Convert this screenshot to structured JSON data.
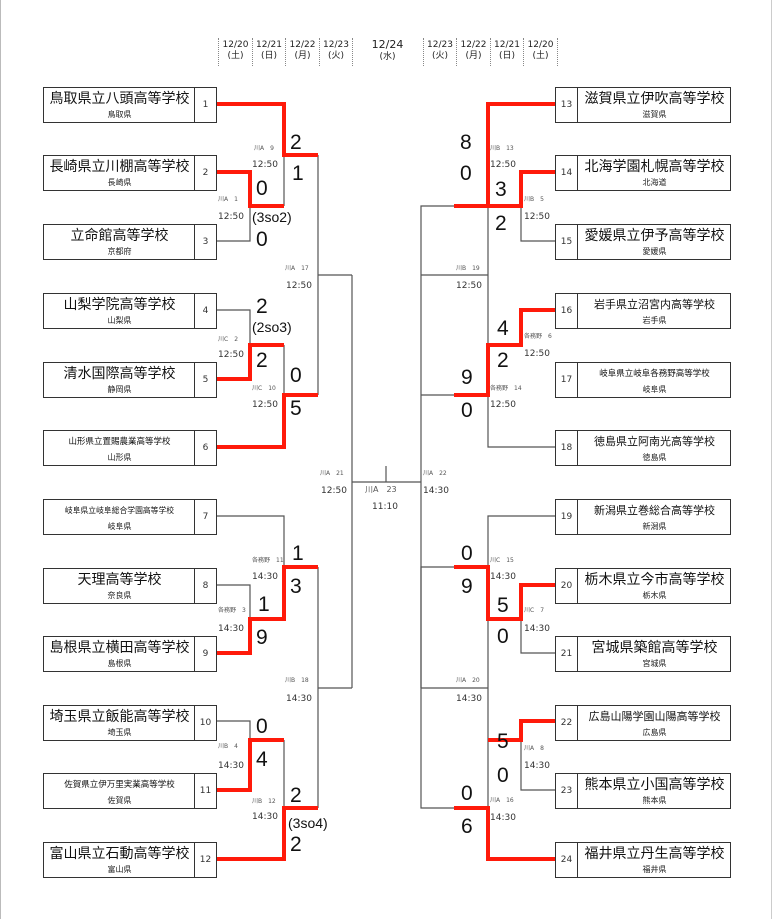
{
  "header": {
    "left_dates": [
      {
        "date": "12/20",
        "day": "(土)"
      },
      {
        "date": "12/21",
        "day": "(日)"
      },
      {
        "date": "12/22",
        "day": "(月)"
      },
      {
        "date": "12/23",
        "day": "(火)"
      }
    ],
    "final_date": {
      "date": "12/24",
      "day": "(水)"
    },
    "right_dates": [
      {
        "date": "12/23",
        "day": "(火)"
      },
      {
        "date": "12/22",
        "day": "(月)"
      },
      {
        "date": "12/21",
        "day": "(日)"
      },
      {
        "date": "12/20",
        "day": "(土)"
      }
    ]
  },
  "teams": [
    {
      "seed": "1",
      "name": "鳥取県立八頭高等学校",
      "prefecture": "鳥取県"
    },
    {
      "seed": "2",
      "name": "長崎県立川棚高等学校",
      "prefecture": "長崎県"
    },
    {
      "seed": "3",
      "name": "立命館高等学校",
      "prefecture": "京都府"
    },
    {
      "seed": "4",
      "name": "山梨学院高等学校",
      "prefecture": "山梨県"
    },
    {
      "seed": "5",
      "name": "清水国際高等学校",
      "prefecture": "静岡県"
    },
    {
      "seed": "6",
      "name": "山形県立置賜農業高等学校",
      "prefecture": "山形県"
    },
    {
      "seed": "7",
      "name": "岐阜県立岐阜総合学園高等学校",
      "prefecture": "岐阜県"
    },
    {
      "seed": "8",
      "name": "天理高等学校",
      "prefecture": "奈良県"
    },
    {
      "seed": "9",
      "name": "島根県立横田高等学校",
      "prefecture": "島根県"
    },
    {
      "seed": "10",
      "name": "埼玉県立飯能高等学校",
      "prefecture": "埼玉県"
    },
    {
      "seed": "11",
      "name": "佐賀県立伊万里実業高等学校",
      "prefecture": "佐賀県"
    },
    {
      "seed": "12",
      "name": "富山県立石動高等学校",
      "prefecture": "富山県"
    },
    {
      "seed": "13",
      "name": "滋賀県立伊吹高等学校",
      "prefecture": "滋賀県"
    },
    {
      "seed": "14",
      "name": "北海学園札幌高等学校",
      "prefecture": "北海道"
    },
    {
      "seed": "15",
      "name": "愛媛県立伊予高等学校",
      "prefecture": "愛媛県"
    },
    {
      "seed": "16",
      "name": "岩手県立沼宮内高等学校",
      "prefecture": "岩手県"
    },
    {
      "seed": "17",
      "name": "岐阜県立岐阜各務野高等学校",
      "prefecture": "岐阜県"
    },
    {
      "seed": "18",
      "name": "徳島県立阿南光高等学校",
      "prefecture": "徳島県"
    },
    {
      "seed": "19",
      "name": "新潟県立巻総合高等学校",
      "prefecture": "新潟県"
    },
    {
      "seed": "20",
      "name": "栃木県立今市高等学校",
      "prefecture": "栃木県"
    },
    {
      "seed": "21",
      "name": "宮城県築館高等学校",
      "prefecture": "宮城県"
    },
    {
      "seed": "22",
      "name": "広島山陽学園山陽高等学校",
      "prefecture": "広島県"
    },
    {
      "seed": "23",
      "name": "熊本県立小国高等学校",
      "prefecture": "熊本県"
    },
    {
      "seed": "24",
      "name": "福井県立丹生高等学校",
      "prefecture": "福井県"
    }
  ],
  "matches": [
    {
      "id": "m1",
      "court": "川A　1",
      "time": "12:50",
      "score_top": "0",
      "pk": "(3so2)",
      "score_bottom": "0"
    },
    {
      "id": "m9",
      "court": "川A　9",
      "time": "12:50",
      "score_top": "2",
      "score_bottom": "1"
    },
    {
      "id": "m2",
      "court": "川C　2",
      "time": "12:50",
      "score_top": "2",
      "pk": "(2so3)",
      "score_bottom": "2"
    },
    {
      "id": "m10",
      "court": "川C　10",
      "time": "12:50",
      "score_top": "0",
      "score_bottom": "5"
    },
    {
      "id": "m17",
      "court": "川A　17",
      "time": "12:50"
    },
    {
      "id": "m3",
      "court": "各務野　3",
      "time": "14:30",
      "score_top": "1",
      "score_bottom": "9"
    },
    {
      "id": "m11",
      "court": "各務野　11",
      "time": "14:30",
      "score_top": "1",
      "score_bottom": "3"
    },
    {
      "id": "m4",
      "court": "川B　4",
      "time": "14:30",
      "score_top": "0",
      "score_bottom": "4"
    },
    {
      "id": "m12",
      "court": "川B　12",
      "time": "14:30",
      "score_top": "2",
      "pk": "(3so4)",
      "score_bottom": "2"
    },
    {
      "id": "m18",
      "court": "川B　18",
      "time": "14:30"
    },
    {
      "id": "m21",
      "court": "川A　21",
      "time": "12:50"
    },
    {
      "id": "m23",
      "court": "川A　23",
      "time": "11:10"
    },
    {
      "id": "m22",
      "court": "川A　22",
      "time": "14:30"
    },
    {
      "id": "m5",
      "court": "川B　5",
      "time": "12:50",
      "score_top": "3",
      "score_bottom": "2"
    },
    {
      "id": "m13",
      "court": "川B　13",
      "time": "12:50",
      "score_top": "8",
      "score_bottom": "0"
    },
    {
      "id": "m6",
      "court": "各務野　6",
      "time": "12:50",
      "score_top": "4",
      "score_bottom": "2"
    },
    {
      "id": "m14",
      "court": "各務野　14",
      "time": "12:50",
      "score_top": "9",
      "score_bottom": "0"
    },
    {
      "id": "m19",
      "court": "川B　19",
      "time": "12:50"
    },
    {
      "id": "m7",
      "court": "川C　7",
      "time": "14:30",
      "score_top": "5",
      "score_bottom": "0"
    },
    {
      "id": "m15",
      "court": "川C　15",
      "time": "14:30",
      "score_top": "0",
      "score_bottom": "9"
    },
    {
      "id": "m8",
      "court": "川A　8",
      "time": "14:30",
      "score_top": "5",
      "score_bottom": "0"
    },
    {
      "id": "m16",
      "court": "川A　16",
      "time": "14:30",
      "score_top": "0",
      "score_bottom": "6"
    },
    {
      "id": "m20",
      "court": "川A　20",
      "time": "14:30"
    }
  ],
  "colors": {
    "winner_line": "#ff1a0a",
    "line": "#555555"
  }
}
